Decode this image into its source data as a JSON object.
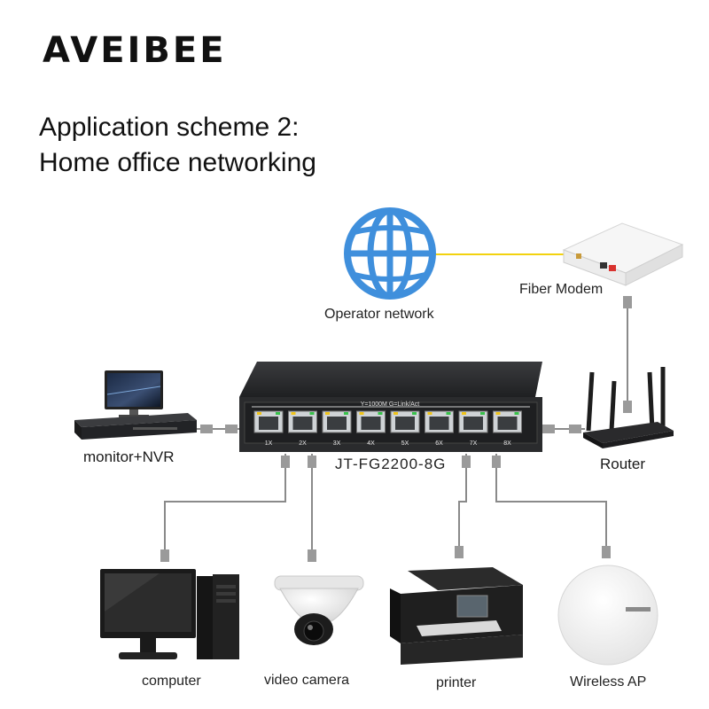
{
  "brand": "AVEIBEE",
  "title": {
    "line1": "Application scheme 2:",
    "line2": "Home office networking"
  },
  "nodes": {
    "operator_network": "Operator network",
    "fiber_modem": "Fiber Modem",
    "router": "Router",
    "monitor_nvr": "monitor+NVR",
    "switch_model": "JT-FG2200-8G",
    "computer": "computer",
    "video_camera": "video camera",
    "printer": "printer",
    "wireless_ap": "Wireless AP"
  },
  "switch": {
    "panel_label": "Y=1000M  G=Link/Act",
    "ports": [
      "1X",
      "2X",
      "3X",
      "4X",
      "5X",
      "6X",
      "7X",
      "8X"
    ]
  },
  "colors": {
    "globe": "#3f8fdc",
    "fiber_line": "#f2d20f",
    "cable": "#8a8a8a",
    "switch_body": "#2a2b2d"
  }
}
